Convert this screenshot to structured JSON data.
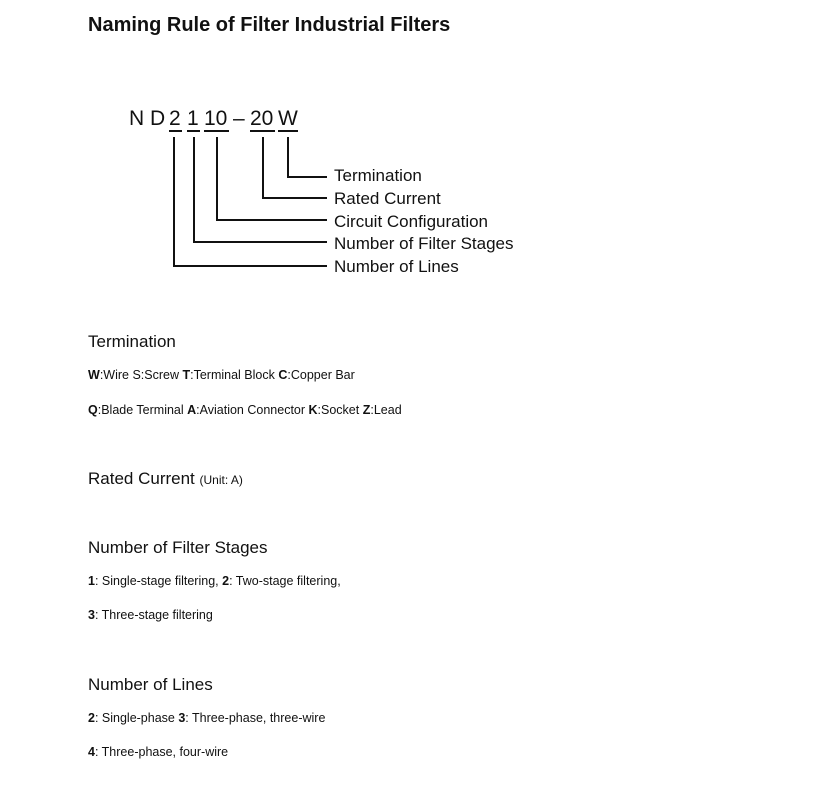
{
  "title": "Naming Rule of Filter Industrial Filters",
  "model_code": {
    "chars": [
      {
        "text": "N",
        "underlined": false
      },
      {
        "text": "D",
        "underlined": false
      },
      {
        "text": "2",
        "underlined": true
      },
      {
        "text": "1",
        "underlined": true
      },
      {
        "text": "10",
        "underlined": true
      },
      {
        "text": "–",
        "underlined": false
      },
      {
        "text": "20",
        "underlined": true
      },
      {
        "text": "W",
        "underlined": true
      }
    ]
  },
  "diagram_labels": {
    "termination": "Termination",
    "rated_current": "Rated Current",
    "circuit_configuration": "Circuit Configuration",
    "number_of_filter_stages": "Number of Filter Stages",
    "number_of_lines": "Number of Lines"
  },
  "termination": {
    "heading": "Termination",
    "line1": [
      {
        "code": "W",
        "desc": ":Wire "
      },
      {
        "code": "S",
        "desc": ":Screw ",
        "plain": true
      },
      {
        "code": "T",
        "desc": ":Terminal Block "
      },
      {
        "code": "C",
        "desc": ":Copper Bar"
      }
    ],
    "line2": [
      {
        "code": "Q",
        "desc": ":Blade Terminal "
      },
      {
        "code": "A",
        "desc": ":Aviation Connector "
      },
      {
        "code": "K",
        "desc": ":Socket "
      },
      {
        "code": "Z",
        "desc": ":Lead"
      }
    ]
  },
  "rated_current": {
    "heading": "Rated Current",
    "unit": "(Unit: A)"
  },
  "filter_stages": {
    "heading": "Number of Filter Stages",
    "line1": [
      {
        "code": "1",
        "desc": ": Single-stage filtering, "
      },
      {
        "code": "2",
        "desc": ": Two-stage filtering,"
      }
    ],
    "line2": [
      {
        "code": "3",
        "desc": ": Three-stage filtering"
      }
    ]
  },
  "lines": {
    "heading": "Number of Lines",
    "line1": [
      {
        "code": "2",
        "desc": ": Single-phase "
      },
      {
        "code": "3",
        "desc": ": Three-phase, three-wire"
      }
    ],
    "line2": [
      {
        "code": "4",
        "desc": ": Three-phase, four-wire"
      }
    ]
  }
}
